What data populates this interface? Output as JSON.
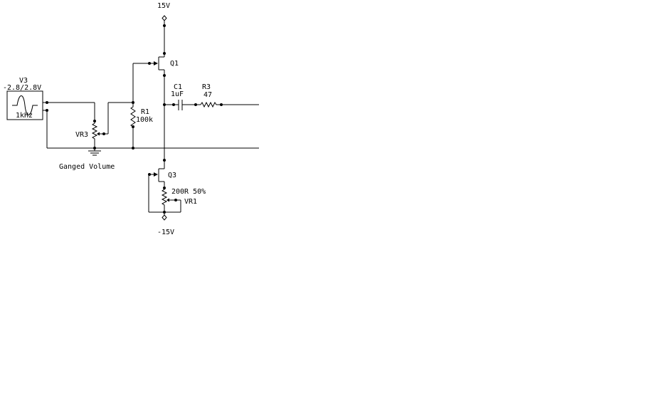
{
  "rails": {
    "positive": "15V",
    "negative": "-15V"
  },
  "source": {
    "ref": "V3",
    "amplitude": "-2.8/2.8V",
    "frequency": "1kHz"
  },
  "components": {
    "q1": "Q1",
    "q3": "Q3",
    "c1_ref": "C1",
    "c1_value": "1uF",
    "r3_ref": "R3",
    "r3_value": "47",
    "r1_ref": "R1",
    "r1_value": "100k",
    "vr3_ref": "VR3",
    "vr1_value": "200R 50%",
    "vr1_ref": "VR1"
  },
  "annotations": {
    "ganged": "Ganged Volume"
  }
}
